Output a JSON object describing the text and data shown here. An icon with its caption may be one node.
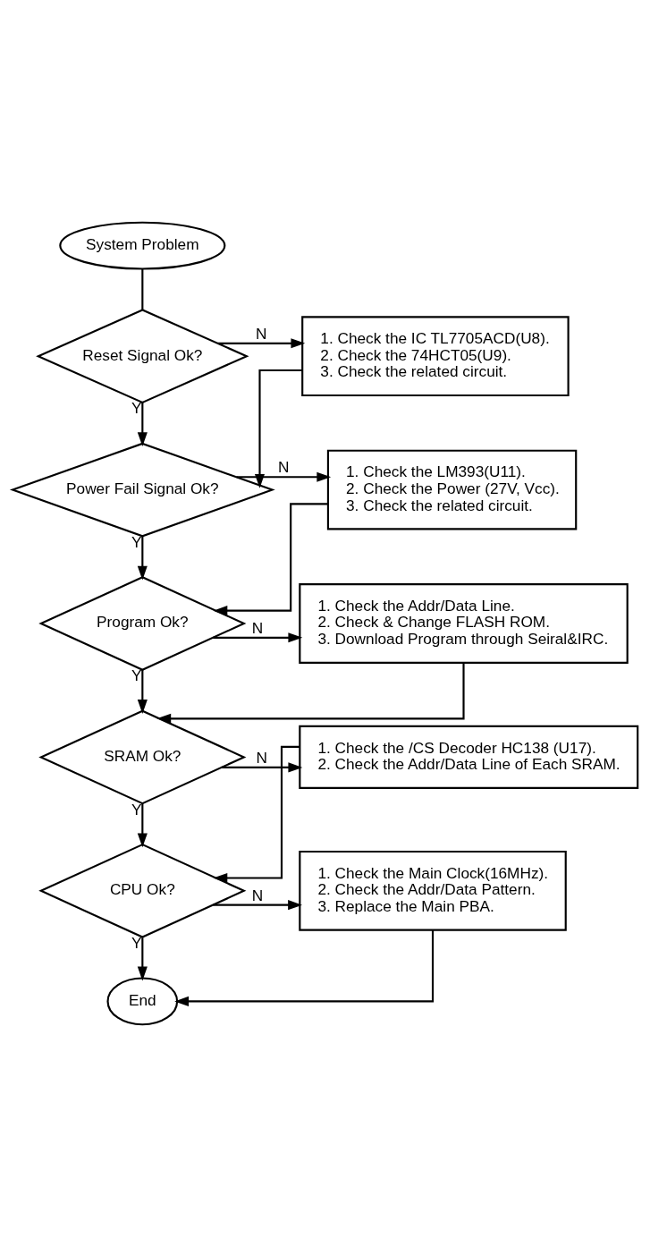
{
  "diagram": {
    "nodes": [
      {
        "text": [
          "System Problem"
        ]
      },
      {
        "text": [
          "Reset Signal Ok?"
        ]
      },
      {
        "text": [
          "1. Check the IC TL7705ACD(U8).",
          "2. Check the 74HCT05(U9).",
          "3. Check the related circuit."
        ]
      },
      {
        "text": [
          "Power Fail Signal Ok?"
        ]
      },
      {
        "text": [
          "1. Check the LM393(U11).",
          "2. Check the Power (27V, Vcc).",
          "3. Check the related circuit."
        ]
      },
      {
        "text": [
          "Program Ok?"
        ]
      },
      {
        "text": [
          "1. Check the Addr/Data Line.",
          "2. Check & Change FLASH ROM.",
          "3. Download Program through Seiral&IRC."
        ]
      },
      {
        "text": [
          "SRAM Ok?"
        ]
      },
      {
        "text": [
          "1. Check the /CS Decoder HC138 (U17).",
          "2. Check the Addr/Data Line of Each SRAM."
        ]
      },
      {
        "text": [
          "CPU Ok?"
        ]
      },
      {
        "text": [
          "1. Check the Main Clock(16MHz).",
          "2. Check the Addr/Data Pattern.",
          "3. Replace the Main PBA."
        ]
      },
      {
        "text": [
          "End"
        ]
      }
    ],
    "edges": [
      {
        "from": 0,
        "to": 1,
        "arrow": "none"
      },
      {
        "from": 1,
        "to": 2,
        "arrow": "to",
        "label": "N"
      },
      {
        "from": 1,
        "to": 3,
        "arrow": "to",
        "label": "Y"
      },
      {
        "from": 2,
        "to": 3,
        "arrow": "to"
      },
      {
        "from": 3,
        "to": 4,
        "arrow": "to",
        "label": "N"
      },
      {
        "from": 3,
        "to": 5,
        "arrow": "to",
        "label": "Y"
      },
      {
        "from": 4,
        "to": 5,
        "arrow": "to"
      },
      {
        "from": 5,
        "to": 6,
        "arrow": "to",
        "label": "N"
      },
      {
        "from": 5,
        "to": 7,
        "arrow": "to",
        "label": "Y"
      },
      {
        "from": 6,
        "to": 7,
        "arrow": "to"
      },
      {
        "from": 7,
        "to": 8,
        "arrow": "to",
        "label": "N"
      },
      {
        "from": 7,
        "to": 9,
        "arrow": "to",
        "label": "Y"
      },
      {
        "from": 8,
        "to": 9,
        "arrow": "to"
      },
      {
        "from": 9,
        "to": 10,
        "arrow": "to",
        "label": "N"
      },
      {
        "from": 9,
        "to": 11,
        "arrow": "to",
        "label": "Y"
      },
      {
        "from": 10,
        "to": 11,
        "arrow": "to"
      }
    ]
  }
}
